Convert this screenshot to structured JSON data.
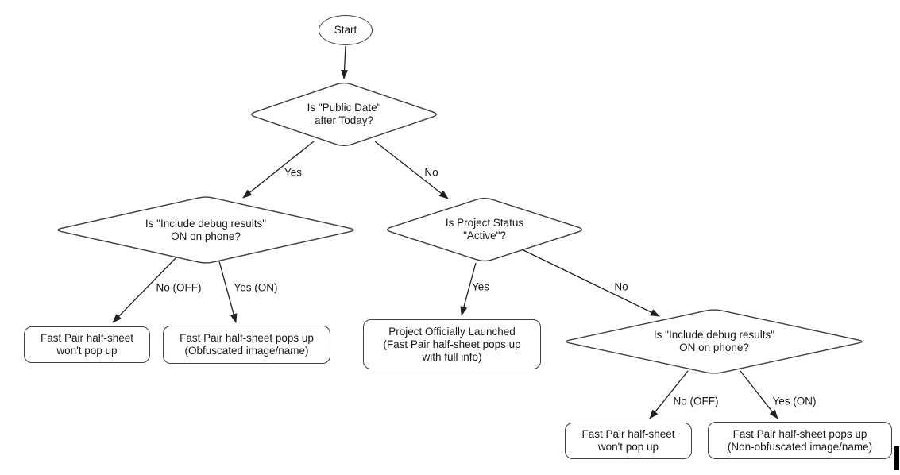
{
  "nodes": {
    "start": {
      "label": "Start"
    },
    "d_public_date": {
      "label": "Is \"Public Date\"\nafter Today?"
    },
    "d_debug_left": {
      "label": "Is \"Include debug results\"\nON on phone?"
    },
    "d_project_status": {
      "label": "Is Project Status\n\"Active\"?"
    },
    "d_debug_right": {
      "label": "Is \"Include debug results\"\nON on phone?"
    },
    "b_wont_pop_left": {
      "label": "Fast Pair half-sheet\nwon't pop up"
    },
    "b_obfuscated": {
      "label": "Fast Pair half-sheet pops up\n(Obfuscated image/name)"
    },
    "b_launched": {
      "label": "Project Officially Launched\n(Fast Pair half-sheet pops up\nwith full info)"
    },
    "b_wont_pop_right": {
      "label": "Fast Pair half-sheet\nwon't pop up"
    },
    "b_non_obfuscated": {
      "label": "Fast Pair half-sheet pops up\n(Non-obfuscated image/name)"
    }
  },
  "edge_labels": {
    "yes_left": "Yes",
    "no_right": "No",
    "no_off_left": "No (OFF)",
    "yes_on_left": "Yes (ON)",
    "yes_mid": "Yes",
    "no_mid": "No",
    "no_off_right": "No (OFF)",
    "yes_on_right": "Yes (ON)"
  },
  "colors": {
    "shape_stroke": "#3e3e3e",
    "edge_stroke": "#1f1f1f",
    "text": "#161616",
    "background": "#ffffff"
  }
}
